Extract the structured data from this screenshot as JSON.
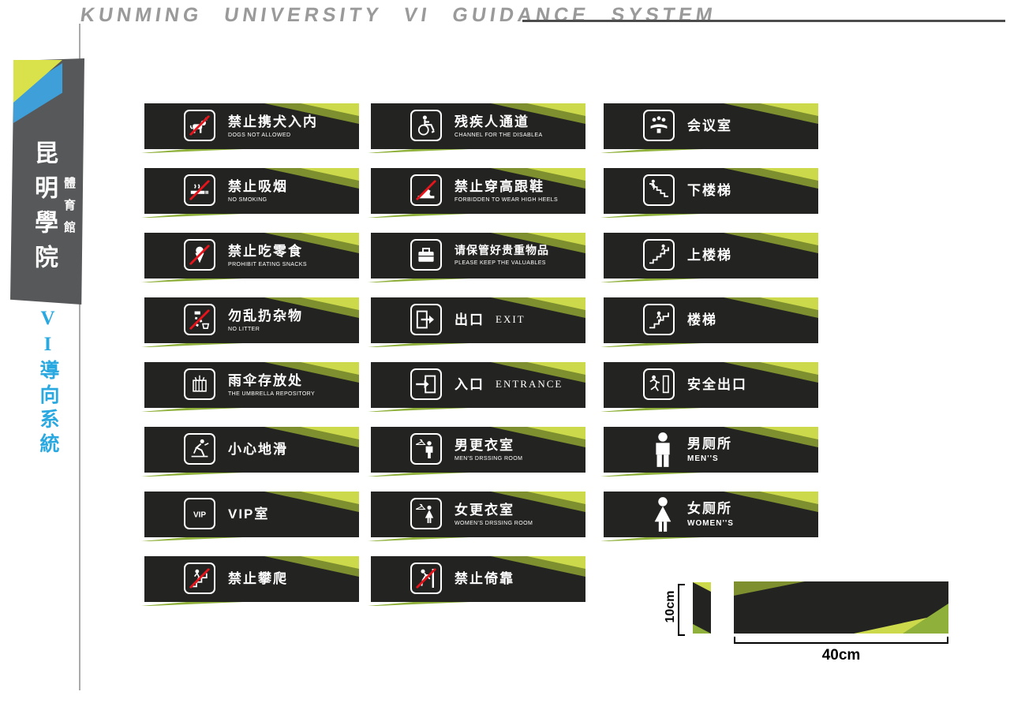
{
  "header": {
    "title": "KUNMING UNIVERSITY  VI GUIDANCE SYSTEM"
  },
  "banner": {
    "school": "昆明學院",
    "venue": "體育館",
    "system_label": "VI導向系統"
  },
  "columns": [
    [
      {
        "name": "no-dogs",
        "cn": "禁止携犬入内",
        "en": "DOGS NOT ALLOWED",
        "icon": "no-dogs-icon",
        "prohibited": true
      },
      {
        "name": "no-smoking",
        "cn": "禁止吸烟",
        "en": "NO SMOKING",
        "icon": "no-smoking-icon",
        "prohibited": true
      },
      {
        "name": "no-snacks",
        "cn": "禁止吃零食",
        "en": "PROHIBIT EATING SNACKS",
        "icon": "no-snacks-icon",
        "prohibited": true
      },
      {
        "name": "no-litter",
        "cn": "勿乱扔杂物",
        "en": "NO LITTER",
        "icon": "no-litter-icon",
        "prohibited": true
      },
      {
        "name": "umbrella-storage",
        "cn": "雨伞存放处",
        "en": "THE UMBRELLA REPOSITORY",
        "icon": "umbrella-icon"
      },
      {
        "name": "caution-slippery",
        "cn": "小心地滑",
        "en": "",
        "icon": "slippery-icon"
      },
      {
        "name": "vip-room",
        "cn": "VIP室",
        "en": "",
        "icon": "vip-icon"
      },
      {
        "name": "no-climbing",
        "cn": "禁止攀爬",
        "en": "",
        "icon": "no-climbing-icon",
        "prohibited": true
      }
    ],
    [
      {
        "name": "disabled-channel",
        "cn": "残疾人通道",
        "en": "CHANNEL FOR THE DISABLEA",
        "icon": "wheelchair-icon"
      },
      {
        "name": "no-high-heels",
        "cn": "禁止穿高跟鞋",
        "en": "FORBIDDEN TO WEAR HIGH HEELS",
        "icon": "no-high-heels-icon",
        "prohibited": true
      },
      {
        "name": "keep-valuables",
        "cn": "请保管好贵重物品",
        "en": "PLEASE KEEP THE VALUABLES",
        "icon": "valuables-icon"
      },
      {
        "name": "exit",
        "cn": "出口",
        "en": "EXIT",
        "icon": "exit-icon",
        "inline": true
      },
      {
        "name": "entrance",
        "cn": "入口",
        "en": "ENTRANCE",
        "icon": "entrance-icon",
        "inline": true
      },
      {
        "name": "mens-dressing-room",
        "cn": "男更衣室",
        "en": "MEN'S DRSSING ROOM",
        "icon": "mens-changing-icon"
      },
      {
        "name": "womens-dressing-room",
        "cn": "女更衣室",
        "en": "WOMEN'S DRSSING ROOM",
        "icon": "womens-changing-icon"
      },
      {
        "name": "no-leaning",
        "cn": "禁止倚靠",
        "en": "",
        "icon": "no-leaning-icon",
        "prohibited": true
      }
    ],
    [
      {
        "name": "meeting-room",
        "cn": "会议室",
        "en": "",
        "icon": "meeting-icon"
      },
      {
        "name": "stairs-down",
        "cn": "下楼梯",
        "en": "",
        "icon": "stairs-down-icon"
      },
      {
        "name": "stairs-up",
        "cn": "上楼梯",
        "en": "",
        "icon": "stairs-up-icon"
      },
      {
        "name": "stairs",
        "cn": "楼梯",
        "en": "",
        "icon": "stairs-icon"
      },
      {
        "name": "emergency-exit",
        "cn": "安全出口",
        "en": "",
        "icon": "emergency-exit-icon"
      },
      {
        "name": "mens-toilet",
        "cn": "男厕所",
        "en": "MEN''S",
        "icon": "man-icon",
        "big": true
      },
      {
        "name": "womens-toilet",
        "cn": "女厕所",
        "en": "WOMEN''S",
        "icon": "woman-icon",
        "big": true
      }
    ]
  ],
  "spec": {
    "height_label": "10cm",
    "width_label": "40cm"
  },
  "colors": {
    "plate": "#232422",
    "accent_light": "#ccd94b",
    "accent_olive": "#7d8f2e",
    "accent_green": "#8fb03a",
    "prohibit_red": "#e8141c",
    "banner_gray": "#57585a",
    "banner_blue": "#3e9fd9",
    "vi_blue": "#2aa8e0"
  }
}
